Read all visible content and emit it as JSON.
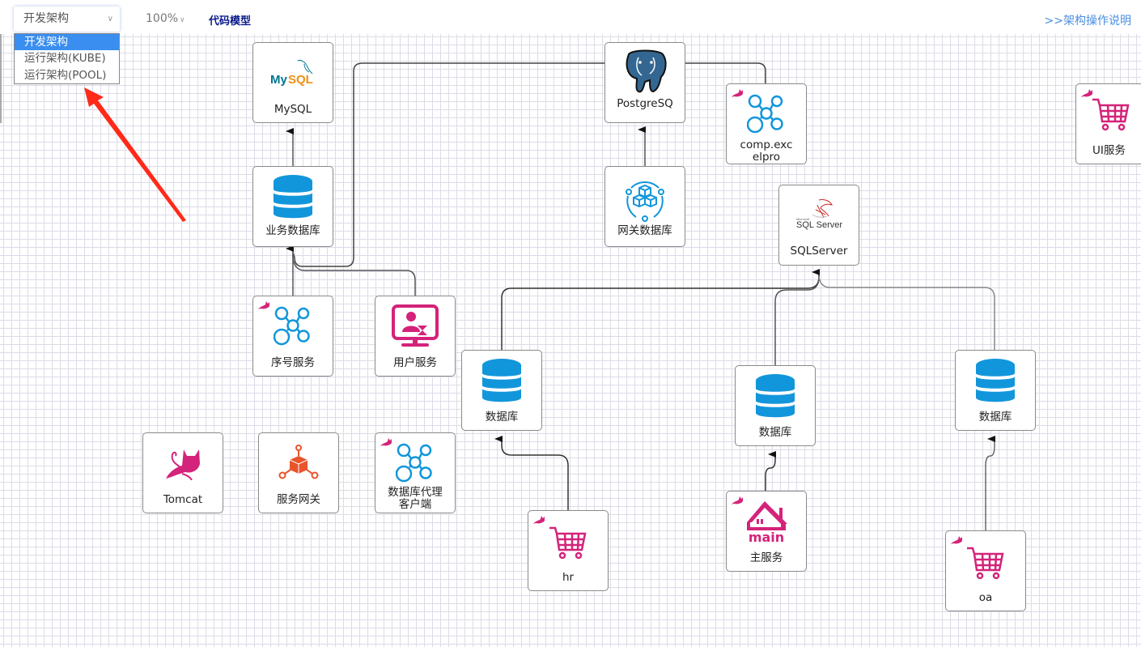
{
  "toolbar": {
    "arch_select_value": "开发架构",
    "zoom_value": "100%",
    "code_model_label": "代码模型",
    "help_link_label": ">>架构操作说明"
  },
  "arch_dropdown": {
    "options": [
      "开发架构",
      "运行架构(KUBE)",
      "运行架构(POOL)"
    ],
    "selected_index": 0
  },
  "colors": {
    "db_blue": "#1296db",
    "service_pink": "#d4237a",
    "gateway_orange": "#e8542b",
    "postgres_blue": "#336791",
    "mysql_teal": "#00758f",
    "mysql_orange": "#f29111",
    "sqlserver_red": "#cc2927",
    "selected_option": "#3a8ef0",
    "link_text": "#4a8ee0",
    "annotation_arrow": "#ff2a1a"
  },
  "nodes": {
    "mysql": {
      "label": "MySQL",
      "icon": "mysql-logo-icon"
    },
    "postgres": {
      "label": "PostgreSQ",
      "icon": "postgresql-elephant-icon"
    },
    "excelpro": {
      "label_line1": "comp.exc",
      "label_line2": "elpro",
      "icon": "cluster-nodes-icon",
      "badge": "tomcat-cat-icon"
    },
    "ui_service": {
      "label": "UI服务",
      "icon": "shopping-cart-icon",
      "badge": "tomcat-cat-icon"
    },
    "biz_db": {
      "label": "业务数据库",
      "icon": "database-icon"
    },
    "gateway_db": {
      "label": "网关数据库",
      "icon": "cubes-icon"
    },
    "sqlserver": {
      "label": "SQLServer",
      "icon": "sqlserver-logo-icon",
      "logo_text": "SQL Server",
      "logo_small": "Microsoft"
    },
    "seq_service": {
      "label": "序号服务",
      "icon": "cluster-nodes-icon",
      "badge": "tomcat-cat-icon"
    },
    "user_service": {
      "label": "用户服务",
      "icon": "monitor-user-icon"
    },
    "db_hr": {
      "label": "数据库",
      "icon": "database-icon"
    },
    "db_main": {
      "label": "数据库",
      "icon": "database-icon"
    },
    "db_oa": {
      "label": "数据库",
      "icon": "database-icon"
    },
    "tomcat": {
      "label": "Tomcat",
      "icon": "tomcat-icon"
    },
    "service_gateway": {
      "label": "服务网关",
      "icon": "gateway-cube-icon"
    },
    "db_proxy_client": {
      "label_line1": "数据库代理",
      "label_line2": "客户端",
      "icon": "cluster-nodes-icon",
      "badge": "tomcat-cat-icon"
    },
    "hr": {
      "label": "hr",
      "icon": "shopping-cart-icon",
      "badge": "tomcat-cat-icon"
    },
    "main_service": {
      "label": "主服务",
      "icon": "house-main-icon",
      "logo_text": "main",
      "badge": "tomcat-cat-icon"
    },
    "oa": {
      "label": "oa",
      "icon": "shopping-cart-icon",
      "badge": "tomcat-cat-icon"
    }
  }
}
